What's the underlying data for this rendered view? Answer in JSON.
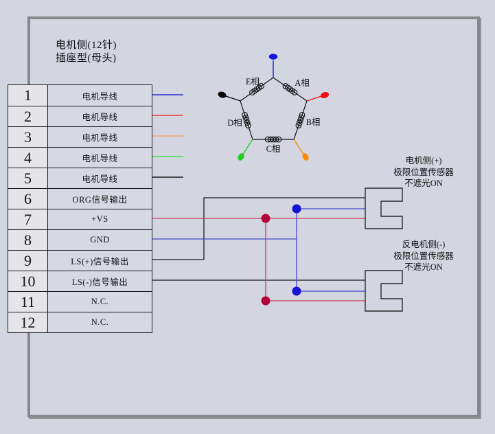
{
  "title": {
    "line1": "电机侧(12针)",
    "line2": "插座型(母头)"
  },
  "connector_table": {
    "rows": [
      {
        "pin": "1",
        "signal": "电机导线",
        "wire_color": "#2a2ad0"
      },
      {
        "pin": "2",
        "signal": "电机导线",
        "wire_color": "#e63c30"
      },
      {
        "pin": "3",
        "signal": "电机导线",
        "wire_color": "#f0a86a"
      },
      {
        "pin": "4",
        "signal": "电机导线",
        "wire_color": "#44dc44"
      },
      {
        "pin": "5",
        "signal": "电机导线",
        "wire_color": "#1a1a1a"
      },
      {
        "pin": "6",
        "signal": "ORG信号输出"
      },
      {
        "pin": "7",
        "signal": "+VS"
      },
      {
        "pin": "8",
        "signal": "GND"
      },
      {
        "pin": "9",
        "signal": "LS(+)信号输出"
      },
      {
        "pin": "10",
        "signal": "LS(-)信号输出"
      },
      {
        "pin": "11",
        "signal": "N.C."
      },
      {
        "pin": "12",
        "signal": "N.C."
      }
    ]
  },
  "motor": {
    "phase_labels": {
      "a": "A相",
      "b": "B相",
      "c": "C相",
      "d": "D相",
      "e": "E相"
    },
    "lead_colors": {
      "top_blue": "#1515e0",
      "right_red": "#ee1010",
      "left_black": "#080808",
      "bottom_left_green": "#22cc22",
      "bottom_right_orange": "#ff8c00"
    }
  },
  "sensors": {
    "upper": {
      "line1": "电机侧(+)",
      "line2": "极限位置传感器",
      "line3": "不遮光ON"
    },
    "lower": {
      "line1": "反电机侧(-)",
      "line2": "极限位置传感器",
      "line3": "不遮光ON"
    }
  },
  "harness": {
    "red": "#c83c5a",
    "blue": "#4646d8",
    "red_dot": "#b00438",
    "blue_dot": "#1414d2",
    "black": "#1a1a1a"
  }
}
